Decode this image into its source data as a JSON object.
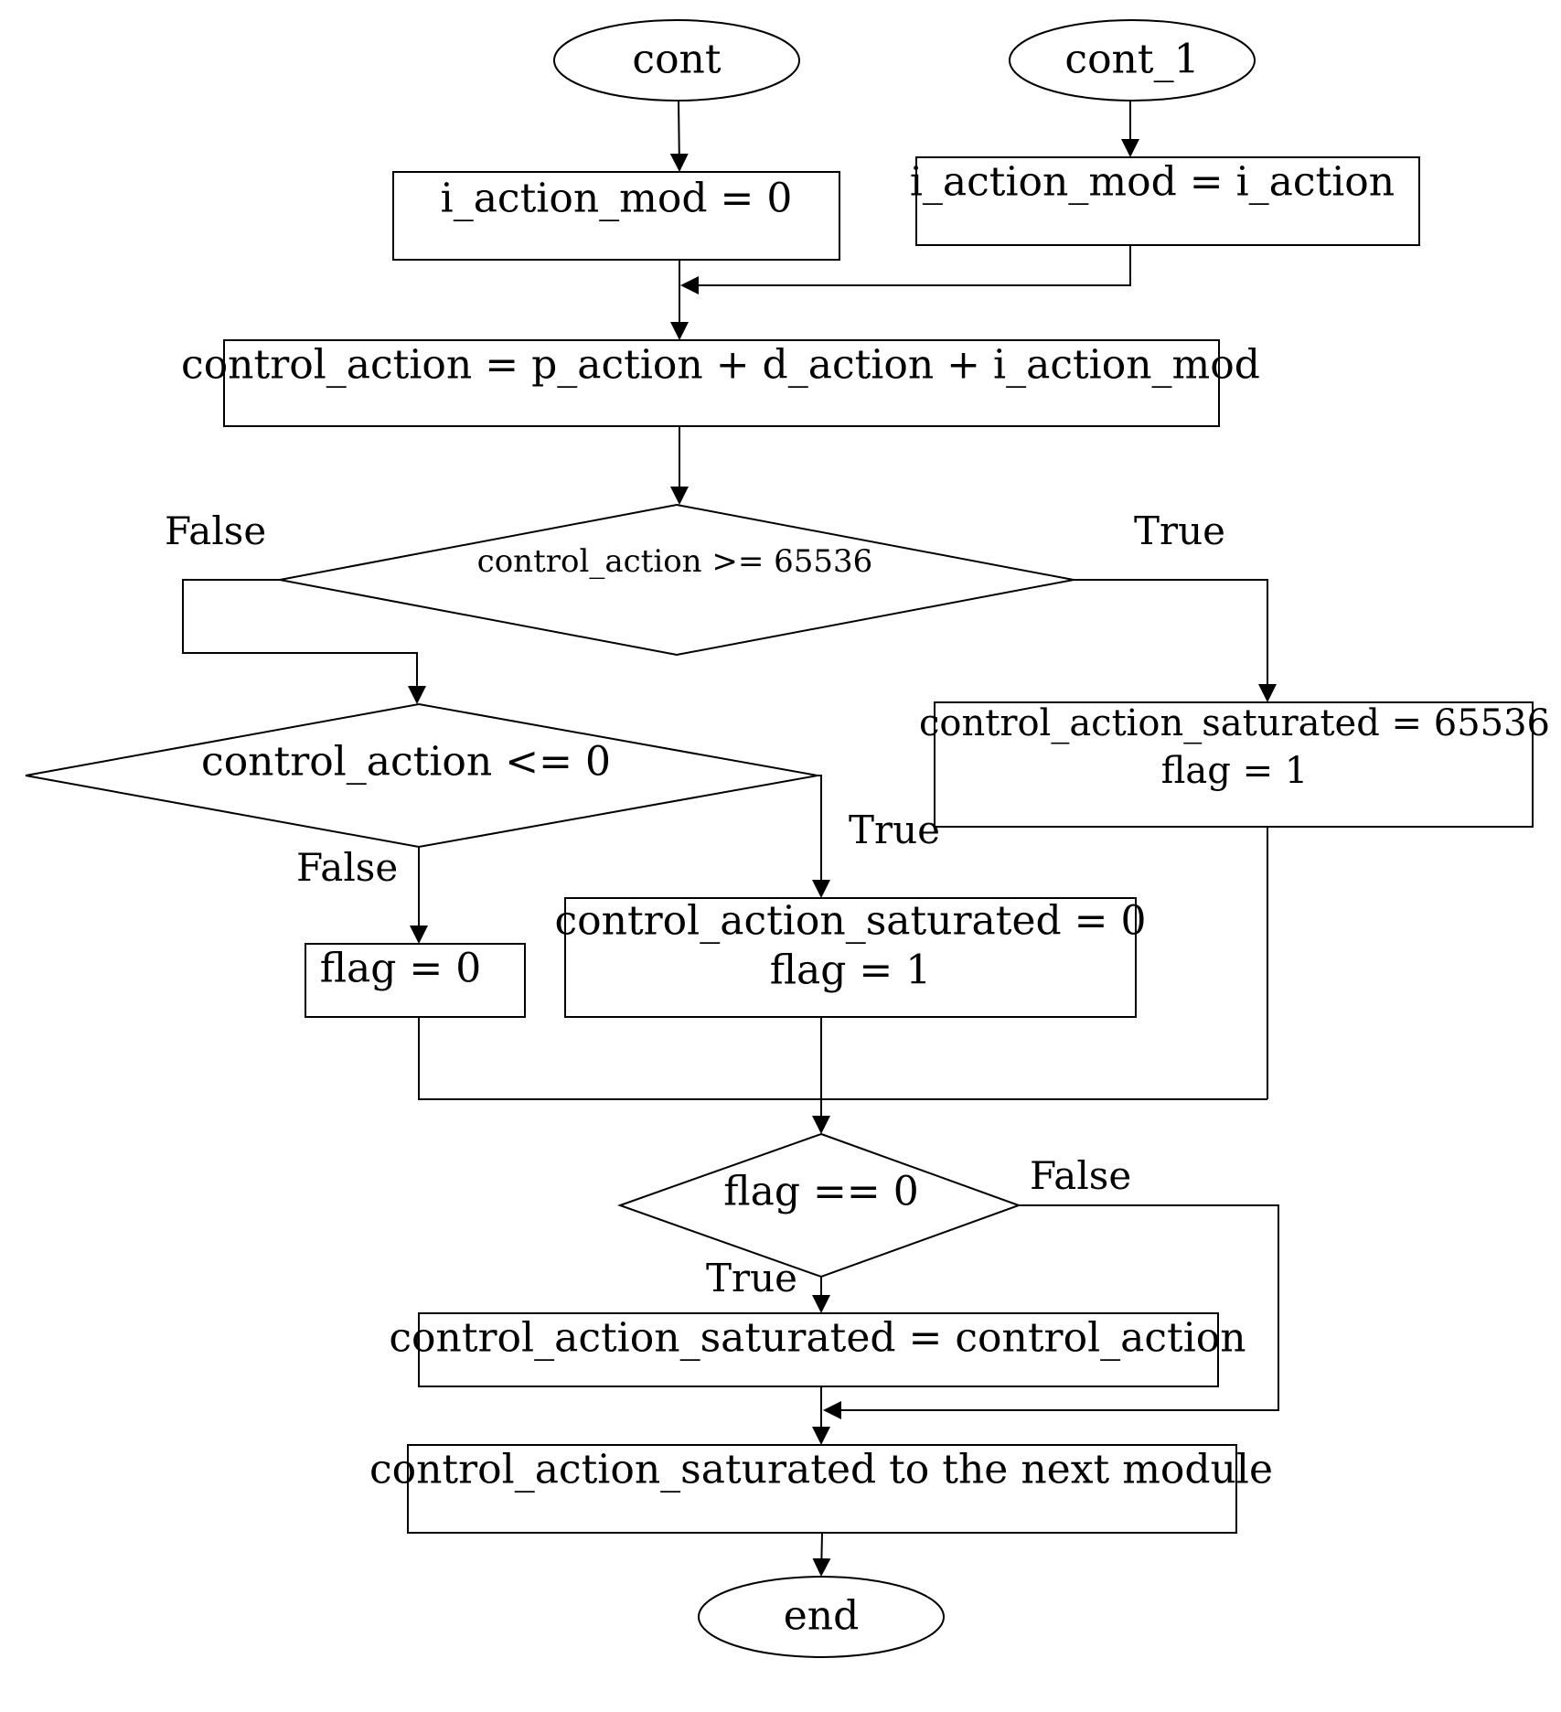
{
  "nodes": {
    "start_cont": "cont",
    "start_cont_1": "cont_1",
    "assign_zero": "i_action_mod = 0",
    "assign_i_action": "i_action_mod = i_action",
    "compute": "control_action = p_action + d_action + i_action_mod",
    "check_upper": "control_action >= 65536",
    "check_lower": "control_action <= 0",
    "sat_upper_line1": "control_action_saturated = 65536",
    "sat_upper_line2": "flag = 1",
    "flag_zero": "flag = 0",
    "sat_zero_line1": "control_action_saturated = 0",
    "sat_zero_line2": "flag = 1",
    "check_flag": "flag == 0",
    "pass_through": "control_action_saturated = control_action",
    "output": "control_action_saturated to the next module",
    "end": "end"
  },
  "edge_labels": {
    "upper_false": "False",
    "upper_true": "True",
    "lower_false": "False",
    "lower_true": "True",
    "flag_false": "False",
    "flag_true": "True"
  }
}
